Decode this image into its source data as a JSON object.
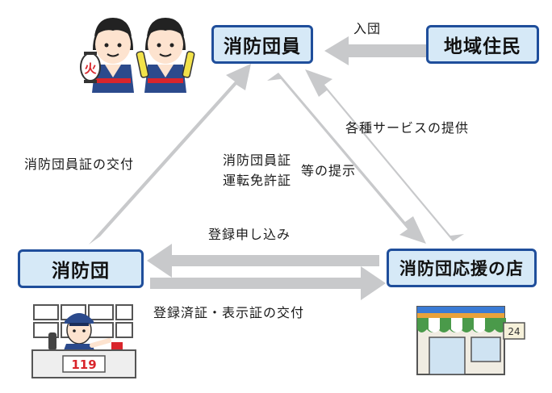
{
  "nodes": {
    "members": "消防団員",
    "residents": "地域住民",
    "brigade": "消防団",
    "shop": "消防団応援の店"
  },
  "edges": {
    "join": "入団",
    "services": "各種サービスの提供",
    "id_issue": "消防団員証の交付",
    "present_line1": "消防団員証",
    "present_line2": "運転免許証",
    "present_suffix": "等の提示",
    "registration": "登録申し込み",
    "certificate": "登録済証・表示証の交付"
  },
  "illustrations": {
    "phone_number": "119",
    "lantern_char": "火",
    "shop_sign": "24"
  },
  "colors": {
    "node_fill": "#d6e9f7",
    "node_border": "#1f4e9b",
    "arrow": "#c8c9cb"
  }
}
